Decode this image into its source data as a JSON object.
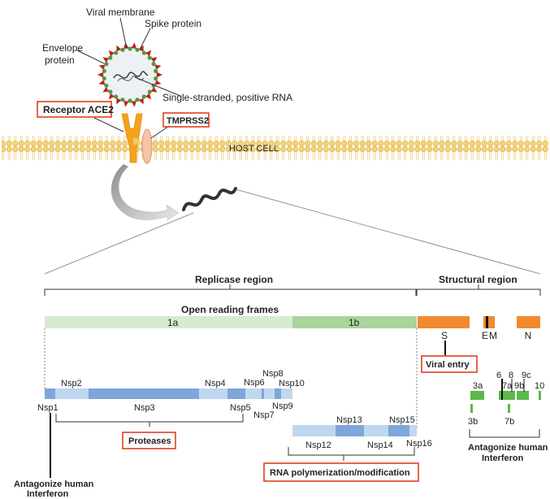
{
  "virus": {
    "viral_membrane": "Viral membrane",
    "spike_protein": "Spike protein",
    "envelope_protein_line1": "Envelope",
    "envelope_protein_line2": "protein",
    "rna": "Single-stranded, positive RNA"
  },
  "cell": {
    "receptor": "Receptor ACE2",
    "protease": "TMPRSS2",
    "host_cell": "HOST CELL"
  },
  "regions": {
    "replicase": "Replicase region",
    "structural": "Structural region"
  },
  "orf": {
    "title": "Open reading frames",
    "orf_1a": "1a",
    "orf_1b": "1b",
    "s": "S",
    "e": "E",
    "m": "M",
    "n": "N"
  },
  "nsp": {
    "nsp1": "Nsp1",
    "nsp2": "Nsp2",
    "nsp3": "Nsp3",
    "nsp4": "Nsp4",
    "nsp5": "Nsp5",
    "nsp6": "Nsp6",
    "nsp7": "Nsp7",
    "nsp8": "Nsp8",
    "nsp9": "Nsp9",
    "nsp10": "Nsp10",
    "nsp12": "Nsp12",
    "nsp13": "Nsp13",
    "nsp14": "Nsp14",
    "nsp15": "Nsp15",
    "nsp16": "Nsp16"
  },
  "accessory": {
    "a3a": "3a",
    "a3b": "3b",
    "a6": "6",
    "a7a": "7a",
    "a7b": "7b",
    "a8": "8",
    "a9b": "9b",
    "a9c": "9c",
    "a10": "10"
  },
  "labels": {
    "proteases": "Proteases",
    "rna_poly": "RNA polymerization/modification",
    "viral_entry": "Viral entry",
    "antagonize_left_1": "Antagonize human",
    "antagonize_left_2": "Interferon",
    "antagonize_right_1": "Antagonize human",
    "antagonize_right_2": "Interferon"
  },
  "colors": {
    "orf1a": "#d6ebcf",
    "orf1b": "#a9d49a",
    "structural": "#f28a30",
    "nsp_light": "#bfd7ef",
    "nsp_dark": "#7ea6d9",
    "accessory": "#5cb84a",
    "receptor": "#f5a21b",
    "tmprss2": "#f6c4a6",
    "highlight_box": "#e0401f"
  }
}
